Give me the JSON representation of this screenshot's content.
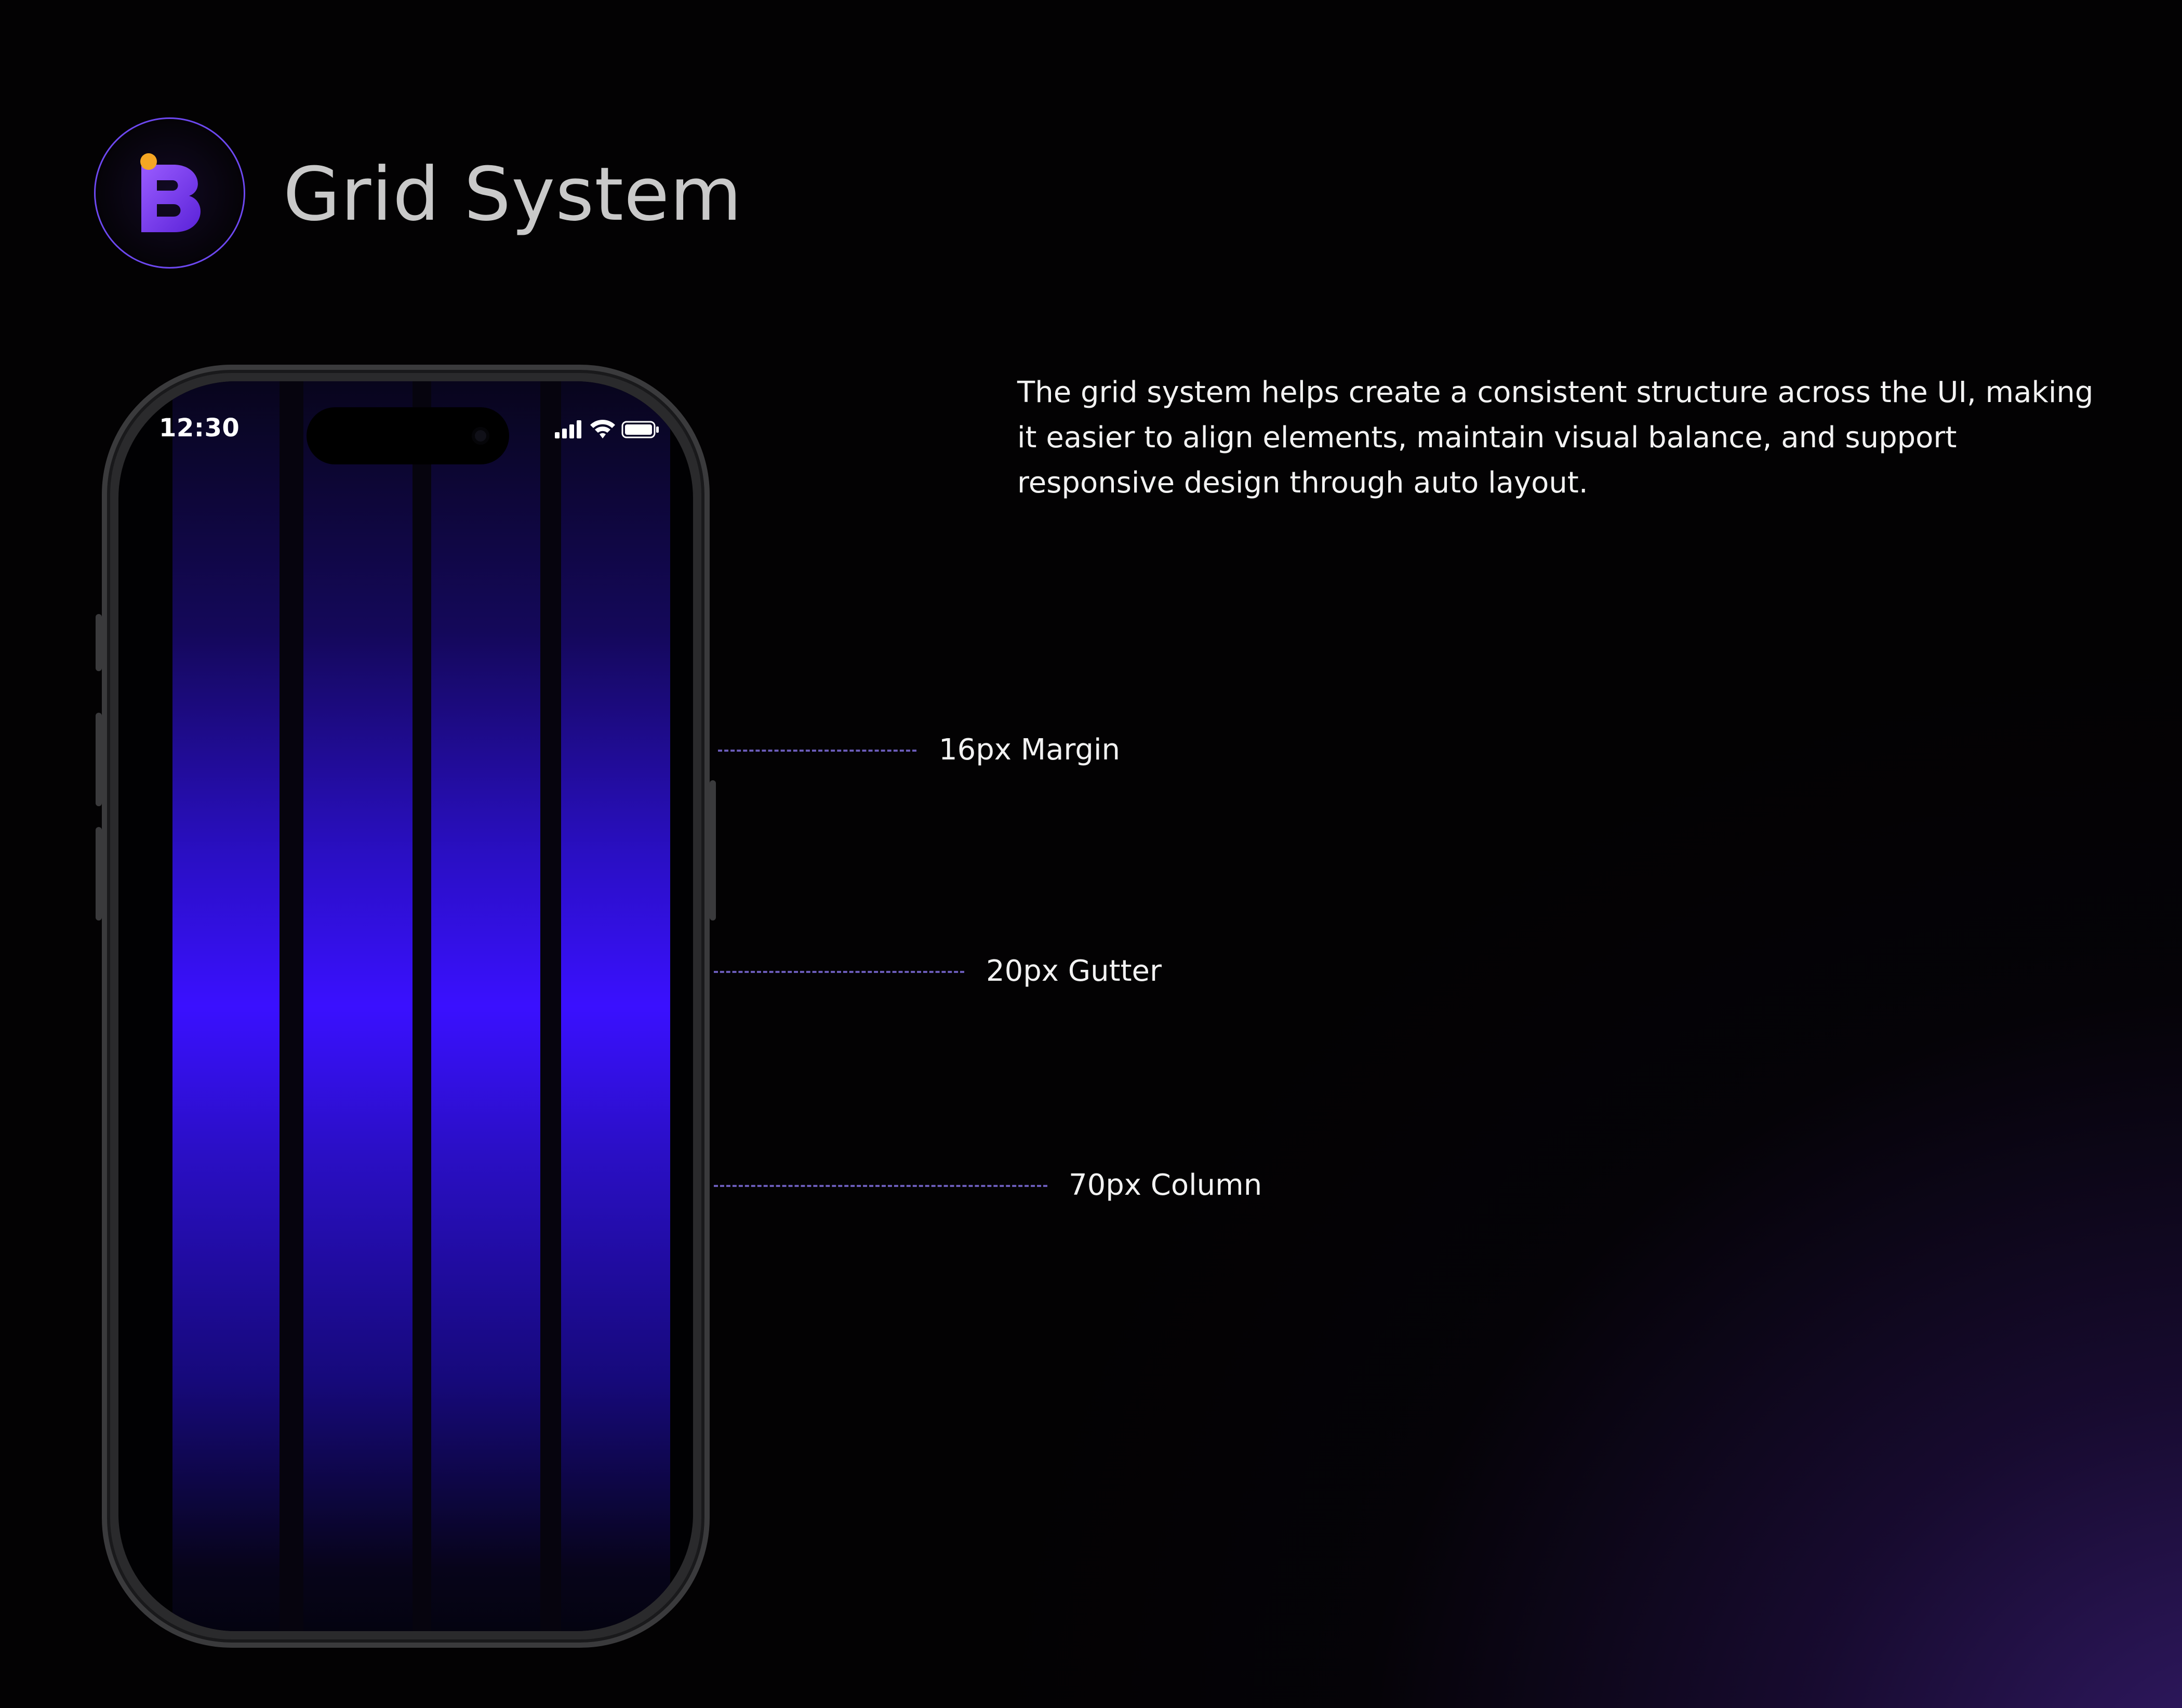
{
  "header": {
    "title": "Grid System",
    "logo_letter": "B"
  },
  "description": "The grid system helps create a consistent structure across the UI, making it easier to align elements, maintain visual balance, and support responsive design through auto layout.",
  "phone": {
    "status_time": "12:30"
  },
  "callouts": [
    {
      "label": "16px Margin"
    },
    {
      "label": "20px Gutter"
    },
    {
      "label": "70px Column"
    }
  ],
  "colors": {
    "accent": "#3a10ff",
    "logo_purple": "#7b3cf0",
    "logo_dot": "#f5a623",
    "dashed_line": "#6a5bb8"
  }
}
